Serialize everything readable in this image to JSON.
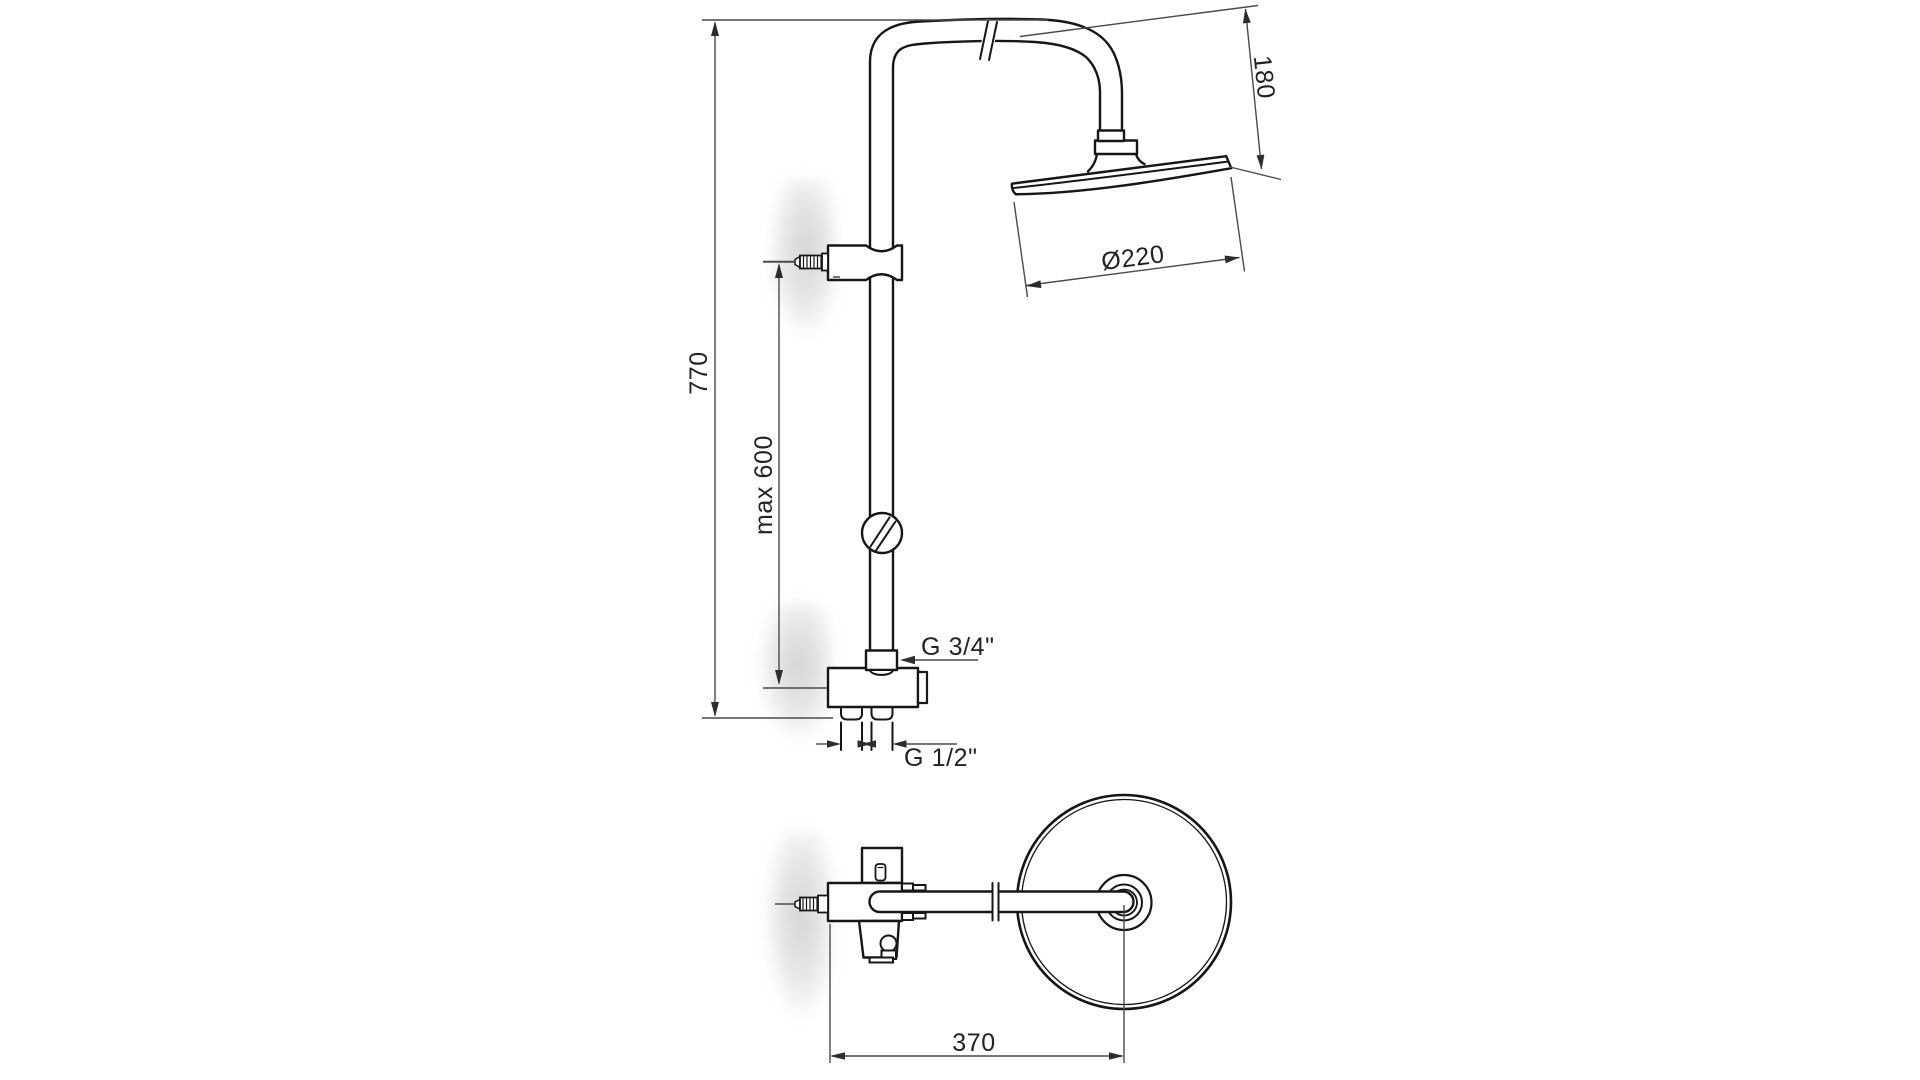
{
  "drawing": {
    "kind": "shower-column-technical-drawing",
    "background": "#ffffff",
    "line_color": "#161616",
    "dimension_line_color": "#4a4a4a",
    "text_color": "#222222",
    "views": {
      "front_view": "side elevation of shower column",
      "top_view": "plan view of shower head and rail"
    },
    "dimensions": {
      "overall_height": "770",
      "max_slide_height": "max 600",
      "head_drop": "180",
      "head_diameter": "Ø220",
      "inlet_thread": "G 3/4\"",
      "outlet_thread": "G 1/2\"",
      "wall_to_head_center": "370"
    }
  }
}
